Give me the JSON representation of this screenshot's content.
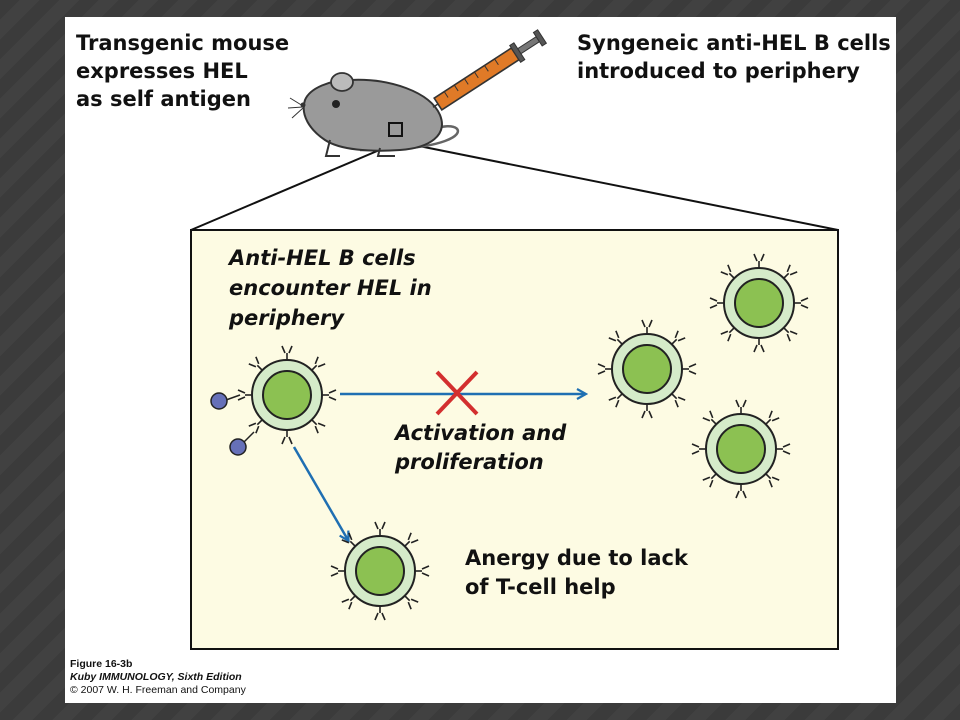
{
  "labels": {
    "mouse": [
      "Transgenic mouse",
      "expresses HEL",
      "as self antigen"
    ],
    "syringe": [
      "Syngeneic anti-HEL B cells",
      "introduced to periphery"
    ],
    "encounter": [
      "Anti-HEL B cells",
      "encounter HEL in",
      "periphery"
    ],
    "activation": [
      "Activation and",
      "proliferation"
    ],
    "anergy": [
      "Anergy due to lack",
      "of T-cell help"
    ]
  },
  "caption": {
    "figure": "Figure 16-3b",
    "book": "Kuby IMMUNOLOGY, Sixth Edition",
    "copyright": "© 2007 W. H. Freeman and Company"
  },
  "colors": {
    "inset_background": "#fdfbe3",
    "cell_outer": "#d5ebc9",
    "cell_nucleus": "#8cc152",
    "arrow": "#1f6fb2",
    "blocked_mark": "#d32f2f",
    "antigen": "#6670b8",
    "mouse_body": "#9a9a9a",
    "syringe_barrel": "#e07a27"
  },
  "icons": {
    "mouse": "mouse-icon",
    "syringe": "syringe-icon",
    "blocked": "cross-icon"
  }
}
